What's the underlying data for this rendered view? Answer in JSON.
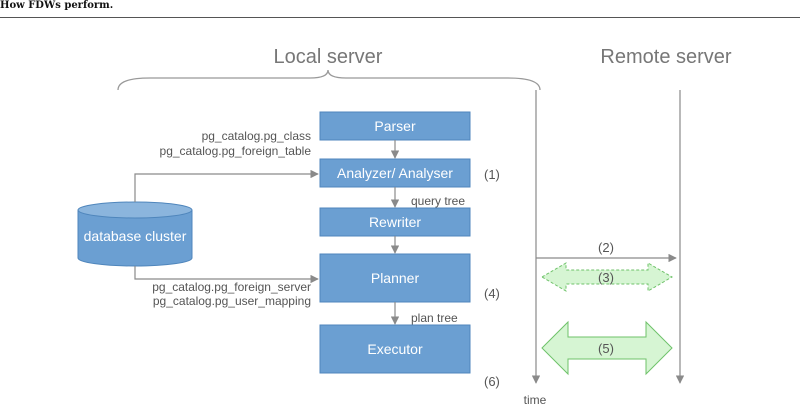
{
  "caption": "How FDWs perform.",
  "headers": {
    "local": "Local server",
    "remote": "Remote server"
  },
  "boxes": {
    "parser": "Parser",
    "analyzer": "Analyzer/ Analyser",
    "rewriter": "Rewriter",
    "planner": "Planner",
    "executor": "Executor"
  },
  "database": "database cluster",
  "catalogs_top": [
    "pg_catalog.pg_class",
    "pg_catalog.pg_foreign_table"
  ],
  "catalogs_bottom": [
    "pg_catalog.pg_foreign_server",
    "pg_catalog.pg_user_mapping"
  ],
  "flow_labels": {
    "query_tree": "query tree",
    "plan_tree": "plan tree",
    "time": "time"
  },
  "steps": {
    "s1": "(1)",
    "s2": "(2)",
    "s3": "(3)",
    "s4": "(4)",
    "s5": "(5)",
    "s6": "(6)"
  },
  "colors": {
    "box": "#6b9fd2",
    "box_border": "#4f86bc",
    "db_top": "#8bb5dd",
    "exchange_fill": "#d6f5d3",
    "exchange_stroke": "#6fc26a",
    "line": "#8a8a8a"
  }
}
